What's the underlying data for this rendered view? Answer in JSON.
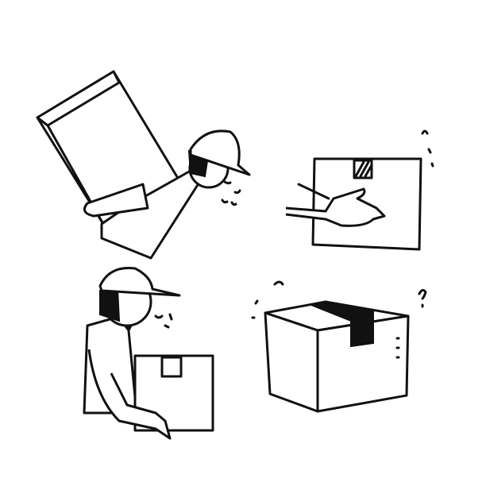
{
  "colors": {
    "line": "#111111",
    "background": "#ffffff"
  },
  "scenes": [
    {
      "id": "courier-carrying-large-package"
    },
    {
      "id": "hand-presenting-box"
    },
    {
      "id": "courier-holding-box"
    },
    {
      "id": "closed-taped-box"
    }
  ]
}
